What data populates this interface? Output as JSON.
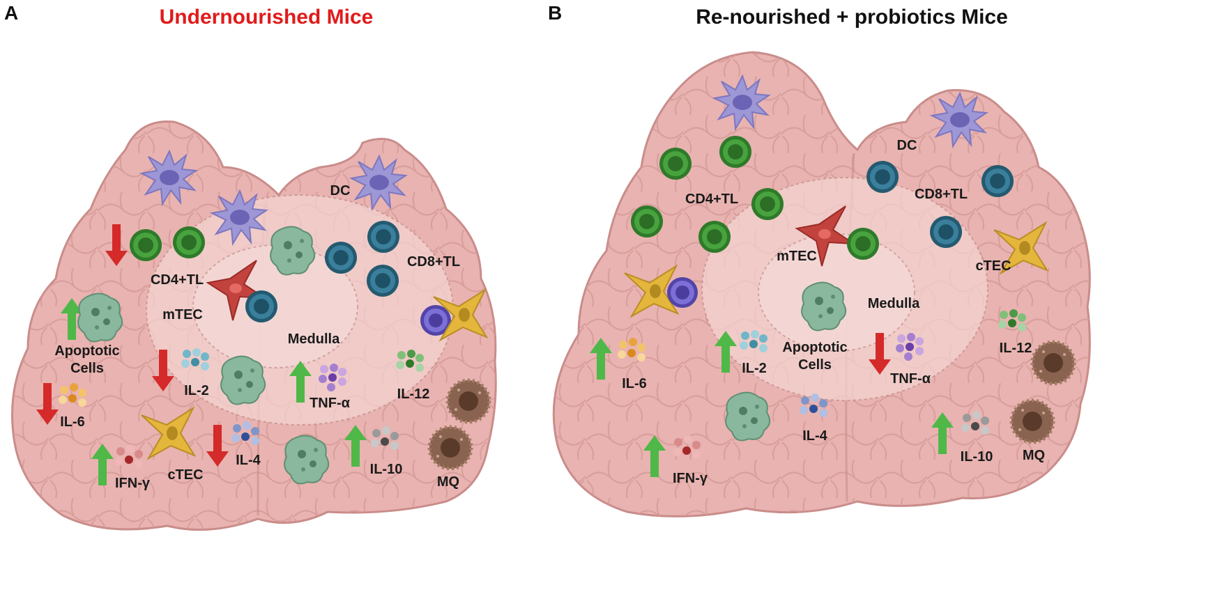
{
  "panels": {
    "a": {
      "letter": "A",
      "title": "Undernourished Mice",
      "title_color": "#e01b1b",
      "labels": {
        "dc": "DC",
        "cd4": "CD4+TL",
        "cd8": "CD8+TL",
        "mtec": "mTEC",
        "medulla": "Medulla",
        "apoptotic_1": "Apoptotic",
        "apoptotic_2": "Cells",
        "il6": "IL-6",
        "il2": "IL-2",
        "tnf": "TNF-α",
        "il12": "IL-12",
        "il4": "IL-4",
        "il10": "IL-10",
        "ifn": "IFN-γ",
        "ctec": "cTEC",
        "mq": "MQ"
      }
    },
    "b": {
      "letter": "B",
      "title": "Re-nourished + probiotics Mice",
      "title_color": "#111111",
      "labels": {
        "dc": "DC",
        "cd4": "CD4+TL",
        "cd8": "CD8+TL",
        "mtec": "mTEC",
        "ctec": "cTEC",
        "medulla": "Medulla",
        "apoptotic_1": "Apoptotic",
        "apoptotic_2": "Cells",
        "il6": "IL-6",
        "il2": "IL-2",
        "tnf": "TNF-α",
        "il12": "IL-12",
        "il4": "IL-4",
        "il10": "IL-10",
        "ifn": "IFN-γ",
        "mq": "MQ"
      }
    }
  },
  "colors": {
    "tissue": "#e8b3b0",
    "tissue_line": "#c98c8a",
    "cortex_zone": "#f3d3d1",
    "up_arrow": "#4fb848",
    "down_arrow": "#d42a2a",
    "cd4_cell": "#3f9a38",
    "cd8_cell": "#2f6d86",
    "dc_cell": "#9b95d4",
    "mtec_cell": "#c0413c",
    "ctec_cell": "#e2b338",
    "mq_cell": "#7a5643",
    "apoptotic_cell": "#86b59a",
    "b_cell": "#6a5bbf"
  },
  "icons": [
    "dendritic-cell-icon",
    "cd4-t-cell-icon",
    "cd8-t-cell-icon",
    "mtec-cell-icon",
    "ctec-cell-icon",
    "macrophage-icon",
    "apoptotic-cell-icon",
    "cytokine-cluster-icon",
    "up-arrow-icon",
    "down-arrow-icon"
  ]
}
